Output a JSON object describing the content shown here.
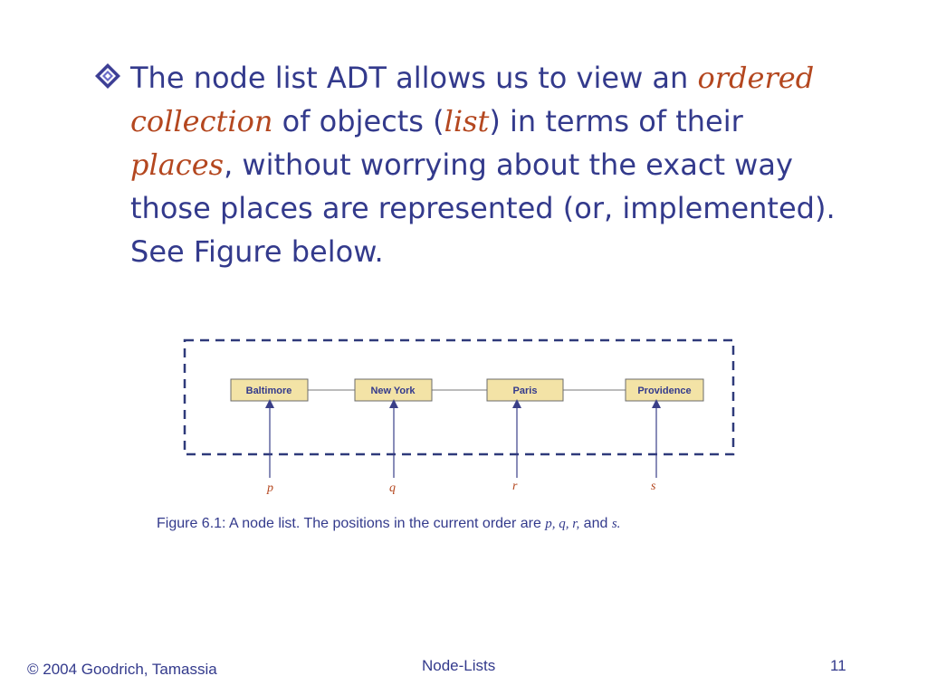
{
  "slide": {
    "bullet": {
      "icon": "diamond-bullet-icon",
      "part1": "The node list ADT allows us to view an ",
      "em1": "ordered collection",
      "part2": " of objects (",
      "em2": "list",
      "part3": ") in terms of their ",
      "em3": "places",
      "part4": ", without worrying about the exact way those places are represented (or, implemented). See Figure below."
    },
    "figure": {
      "nodes": [
        "Baltimore",
        "New York",
        "Paris",
        "Providence"
      ],
      "positions": [
        "p",
        "q",
        "r",
        "s"
      ],
      "caption_prefix": "Figure 6.1: A node list. The positions in the current order are ",
      "caption_positions": "p, q, r,",
      "caption_and": " and ",
      "caption_last": "s."
    },
    "footer": {
      "copyright": "© 2004 Goodrich, Tamassia",
      "title": "Node-Lists",
      "page_number": "11"
    }
  },
  "colors": {
    "text": "#333a8c",
    "emphasis": "#b4471f",
    "node_fill": "#f3e3a6",
    "node_stroke": "#6b6b6b",
    "border": "#2f3a7a",
    "arrow": "#3a3f88"
  }
}
